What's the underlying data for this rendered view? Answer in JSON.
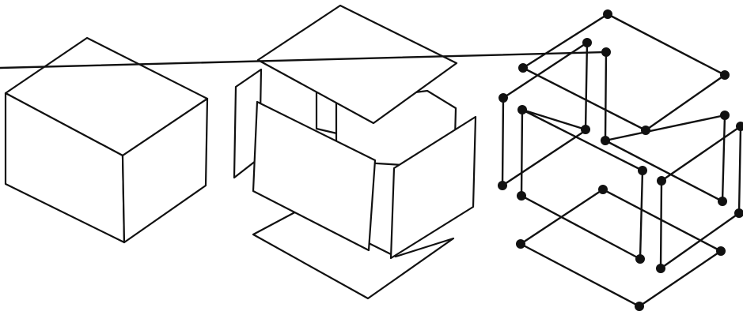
{
  "figure": {
    "panels": [
      {
        "id": "solid-box",
        "label": ""
      },
      {
        "id": "exploded-faces",
        "label": ""
      },
      {
        "id": "edge-frame",
        "label": ""
      }
    ]
  },
  "colors": {
    "ink": "#111111",
    "background": "#ffffff"
  }
}
